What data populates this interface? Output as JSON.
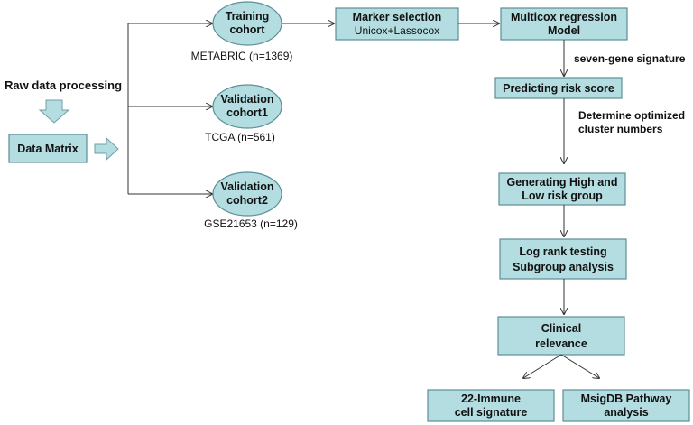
{
  "raw_data": "Raw data processing",
  "data_matrix": "Data Matrix",
  "cohorts": [
    {
      "line1": "Training",
      "line2": "cohort",
      "source": "METABRIC (n=1369)"
    },
    {
      "line1": "Validation",
      "line2": "cohort1",
      "source": "TCGA  (n=561)"
    },
    {
      "line1": "Validation",
      "line2": "cohort2",
      "source": "GSE21653  (n=129)"
    }
  ],
  "marker": {
    "line1": "Marker selection",
    "line2": "Unicox+Lassocox"
  },
  "multicox": {
    "line1": "Multicox regression",
    "line2": "Model"
  },
  "signature_note": "seven-gene signature",
  "risk_score": "Predicting risk score",
  "cluster_note": {
    "line1": "Determine optimized",
    "line2": "cluster numbers"
  },
  "groups": {
    "line1": "Generating High and",
    "line2": "Low risk group"
  },
  "logrank": {
    "line1": "Log rank testing",
    "line2": "Subgroup analysis"
  },
  "clinical": {
    "line1": "Clinical",
    "line2": "relevance"
  },
  "immune": {
    "line1": "22-Immune",
    "line2": "cell signature"
  },
  "msigdb": {
    "line1": "MsigDB Pathway",
    "line2": "analysis"
  }
}
